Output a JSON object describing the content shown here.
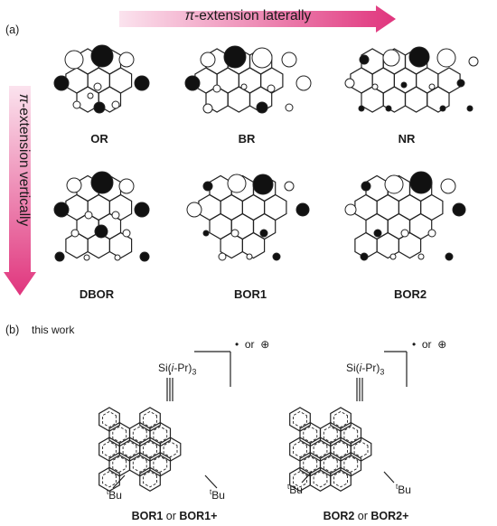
{
  "panel_a_label": "(a)",
  "panel_b_label": "(b)",
  "arrow_horizontal": {
    "symbol": "π",
    "text": "-extension laterally",
    "color_start": "#ffffff",
    "color_end": "#e0357d"
  },
  "arrow_vertical": {
    "symbol": "π",
    "text": "-extension vertically"
  },
  "structures_top": [
    "OR",
    "BR",
    "NR"
  ],
  "structures_middle": [
    "DBOR",
    "BOR1",
    "BOR2"
  ],
  "this_work_label": "this work",
  "compound_left": {
    "substituent": "Si(i-Pr)3",
    "charge_options": {
      "radical": "•",
      "or": "or",
      "cation": "⊕"
    },
    "tbu_left": "tBu",
    "tbu_right": "tBu",
    "name_a": "BOR1",
    "or": " or ",
    "name_b": "BOR1+"
  },
  "compound_right": {
    "substituent": "Si(i-Pr)3",
    "charge_options": {
      "radical": "•",
      "or": "or",
      "cation": "⊕"
    },
    "tbu_left": "tBu",
    "tbu_right": "tBu",
    "name_a": "BOR2",
    "or": " or ",
    "name_b": "BOR2+"
  }
}
